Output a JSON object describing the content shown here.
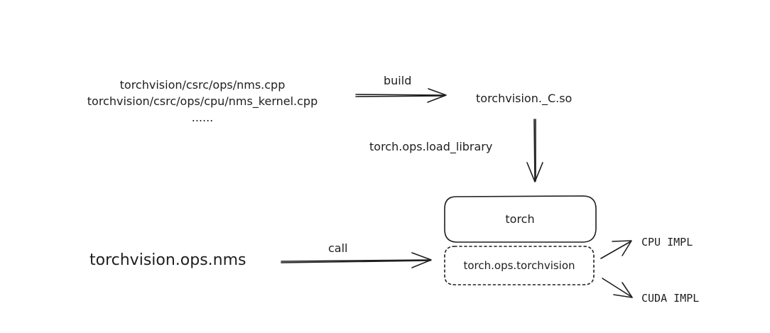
{
  "diagram": {
    "source_files": [
      "torchvision/csrc/ops/nms.cpp",
      "torchvision/csrc/ops/cpu/nms_kernel.cpp",
      "......"
    ],
    "build_label": "build",
    "shared_object": "torchvision._C.so",
    "load_label": "torch.ops.load_library",
    "torch_box": "torch",
    "python_op": "torchvision.ops.nms",
    "call_label": "call",
    "namespace_box": "torch.ops.torchvision",
    "cpu_impl": "CPU IMPL",
    "cuda_impl": "CUDA IMPL"
  }
}
